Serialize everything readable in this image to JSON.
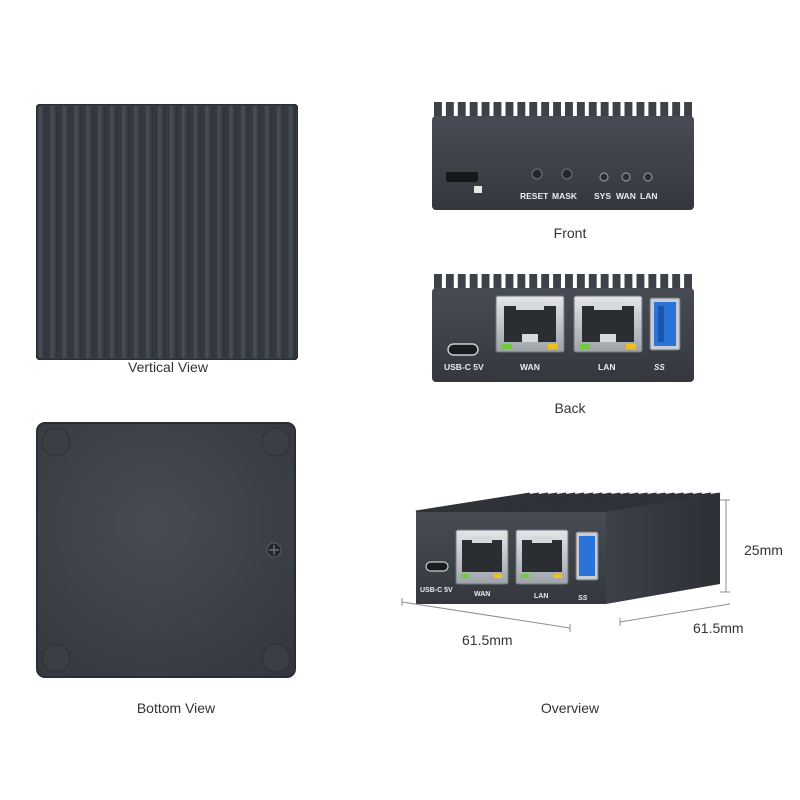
{
  "captions": {
    "vertical": "Vertical View",
    "front": "Front",
    "back": "Back",
    "bottom": "Bottom View",
    "overview": "Overview"
  },
  "front_labels": {
    "reset": "RESET",
    "mask": "MASK",
    "sys": "SYS",
    "wan": "WAN",
    "lan": "LAN"
  },
  "back_labels": {
    "usbc": "USB-C 5V",
    "wan": "WAN",
    "lan": "LAN",
    "ss": "SS"
  },
  "overview_labels": {
    "usbc": "USB-C 5V",
    "wan": "WAN",
    "lan": "LAN",
    "ss": "SS"
  },
  "dimensions": {
    "height": "25mm",
    "width": "61.5mm",
    "depth": "61.5mm"
  },
  "colors": {
    "body": "#3e434b",
    "body_dark": "#2e3238",
    "usb_blue": "#2a73d9",
    "background": "#ffffff"
  }
}
